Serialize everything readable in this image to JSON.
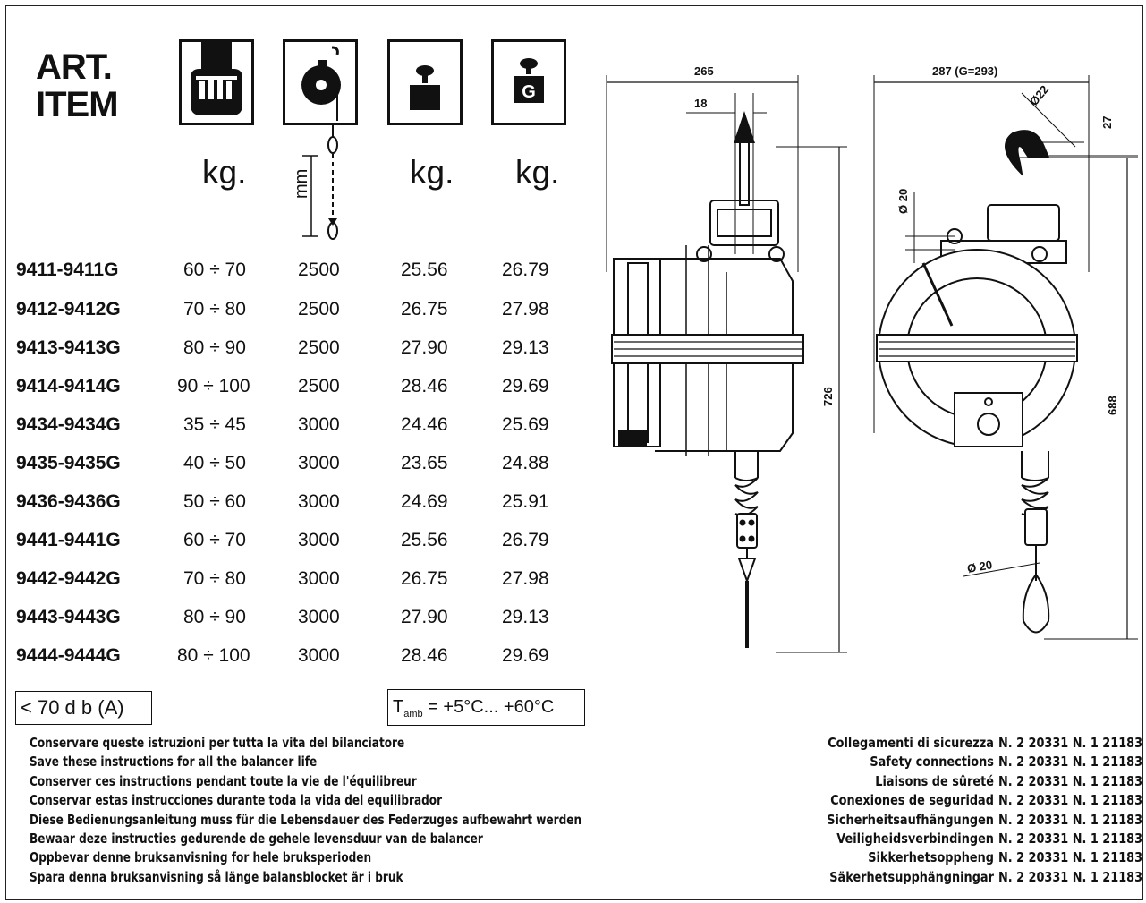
{
  "header": {
    "art_line1": "ART.",
    "art_line2": "ITEM"
  },
  "icons": {
    "load_icon": "hand-holding-tool-icon",
    "stroke_icon": "balancer-cable-stroke-icon",
    "weight_icon": "weight-on-block-icon",
    "weight_g_icon": "weight-on-block-g-icon",
    "g_letter": "G"
  },
  "units": {
    "load": "kg.",
    "stroke": "mm",
    "weight": "kg.",
    "weight_g": "kg."
  },
  "rows": [
    {
      "item": "9411-9411G",
      "load": "60 ÷ 70",
      "stroke": "2500",
      "weight": "25.56",
      "weight_g": "26.79"
    },
    {
      "item": "9412-9412G",
      "load": "70 ÷ 80",
      "stroke": "2500",
      "weight": "26.75",
      "weight_g": "27.98"
    },
    {
      "item": "9413-9413G",
      "load": "80 ÷ 90",
      "stroke": "2500",
      "weight": "27.90",
      "weight_g": "29.13"
    },
    {
      "item": "9414-9414G",
      "load": "90 ÷ 100",
      "stroke": "2500",
      "weight": "28.46",
      "weight_g": "29.69"
    },
    {
      "item": "9434-9434G",
      "load": "35 ÷ 45",
      "stroke": "3000",
      "weight": "24.46",
      "weight_g": "25.69"
    },
    {
      "item": "9435-9435G",
      "load": "40 ÷ 50",
      "stroke": "3000",
      "weight": "23.65",
      "weight_g": "24.88"
    },
    {
      "item": "9436-9436G",
      "load": "50 ÷ 60",
      "stroke": "3000",
      "weight": "24.69",
      "weight_g": "25.91"
    },
    {
      "item": "9441-9441G",
      "load": "60 ÷ 70",
      "stroke": "3000",
      "weight": "25.56",
      "weight_g": "26.79"
    },
    {
      "item": "9442-9442G",
      "load": "70 ÷ 80",
      "stroke": "3000",
      "weight": "26.75",
      "weight_g": "27.98"
    },
    {
      "item": "9443-9443G",
      "load": "80 ÷ 90",
      "stroke": "3000",
      "weight": "27.90",
      "weight_g": "29.13"
    },
    {
      "item": "9444-9444G",
      "load": "80 ÷ 100",
      "stroke": "3000",
      "weight": "28.46",
      "weight_g": "29.69"
    }
  ],
  "noise": "< 70 d b (A)",
  "temperature": {
    "t": "T",
    "sub": "amb",
    "range": " = +5°C... +60°C"
  },
  "instructions": [
    "Conservare queste istruzioni per tutta la vita del bilanciatore",
    "Save these instructions for all the balancer life",
    "Conserver ces instructions pendant toute la vie de l'équilibreur",
    "Conservar estas instrucciones durante toda la vida del equilibrador",
    "Diese Bedienungsanleitung muss für die Lebensdauer des Federzuges aufbewahrt werden",
    "Bewaar deze instructies gedurende de gehele levensduur van de balancer",
    "Oppbevar denne bruksanvisning for hele bruksperioden",
    "Spara denna bruksanvisning så länge balansblocket är i bruk"
  ],
  "safety": {
    "labels": [
      "Collegamenti di sicurezza",
      "Safety connections",
      "Liaisons de sûreté",
      "Conexiones de seguridad",
      "Sicherheitsaufhängungen",
      "Veiligheidsverbindingen",
      "Sikkerhetsoppheng",
      "Säkerhetsupphängningar"
    ],
    "codes": "N. 2  20331  N. 1  21183"
  },
  "dimensions": {
    "width_side": "265",
    "hook_offset": "18",
    "height_side": "726",
    "width_front": "287 (G=293)",
    "hook_dia": "Ø22",
    "hook_gap": "27",
    "top_dia": "Ø 20",
    "height_front": "688",
    "bottom_dia": "Ø 20"
  }
}
